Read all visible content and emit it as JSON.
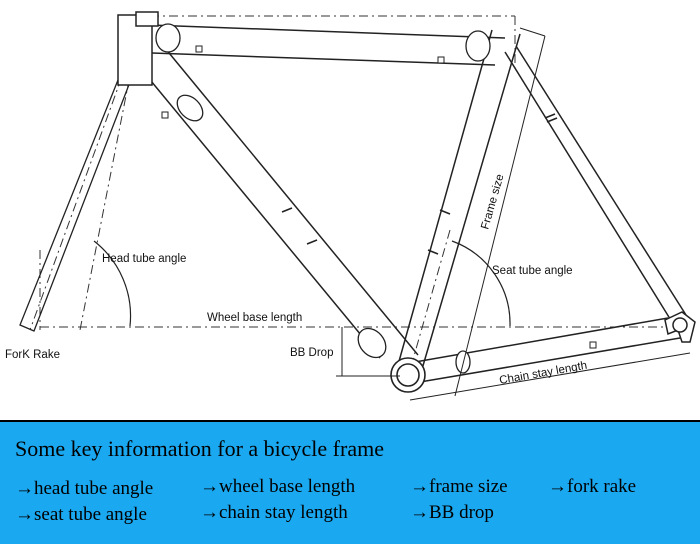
{
  "diagram": {
    "labels": {
      "head_tube_angle": "Head tube angle",
      "seat_tube_angle": "Seat tube angle",
      "wheel_base_length": "Wheel base length",
      "frame_size": "Frame size",
      "bb_drop": "BB Drop",
      "fork_rake": "ForK Rake",
      "chain_stay_length": "Chain stay length"
    }
  },
  "info": {
    "title": "Some key information for a bicycle frame",
    "items": [
      "→head tube angle",
      "→wheel base length",
      "→frame size",
      "→fork rake",
      "→seat tube angle",
      "→chain stay length",
      "→BB drop"
    ]
  },
  "colors": {
    "panel": "#1aa8f0"
  }
}
